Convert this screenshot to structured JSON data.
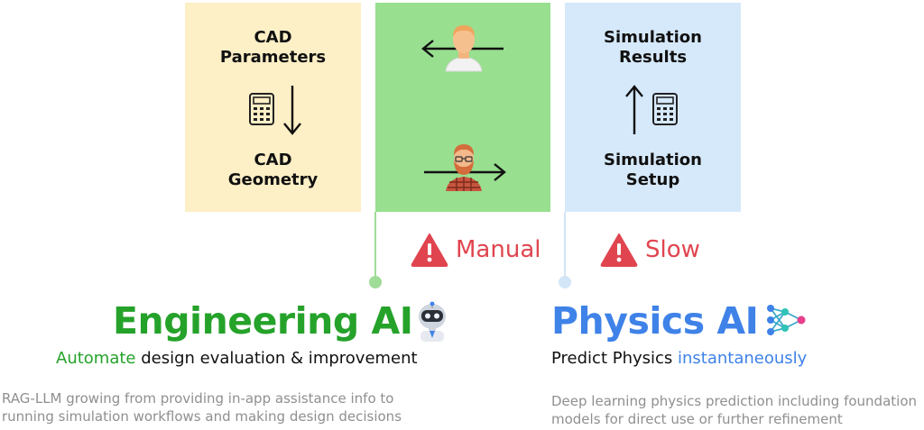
{
  "colors": {
    "cad_panel": "#fdefc6",
    "manual_panel": "#98df8f",
    "sim_panel": "#d6e9fb",
    "engineering_green": "#25a22a",
    "physics_blue": "#3f82e8",
    "warning_red": "#e0454f",
    "description_gray": "#8f8f8f"
  },
  "cad": {
    "top_label": "CAD\nParameters",
    "bottom_label": "CAD\nGeometry",
    "icon": "calculator-icon"
  },
  "manual_panel": {
    "top_icon": "engineer-avatar-icon",
    "bottom_icon": "bearded-engineer-avatar-icon"
  },
  "simulation": {
    "top_label": "Simulation\nResults",
    "bottom_label": "Simulation\nSetup",
    "icon": "calculator-icon"
  },
  "warnings": {
    "manual": "Manual",
    "slow": "Slow",
    "icon": "warning-triangle-icon"
  },
  "engineering_ai": {
    "title": "Engineering AI",
    "icon": "robot-icon",
    "subtitle_highlight": "Automate",
    "subtitle_rest": " design evaluation & improvement",
    "description": "RAG-LLM growing from providing in-app assistance info to\nrunning simulation workflows and making design decisions"
  },
  "physics_ai": {
    "title": "Physics AI",
    "icon": "neural-network-icon",
    "subtitle_prefix": "Predict Physics ",
    "subtitle_highlight": "instantaneously",
    "description": "Deep learning physics prediction including foundation\nmodels for direct use or further refinement"
  }
}
